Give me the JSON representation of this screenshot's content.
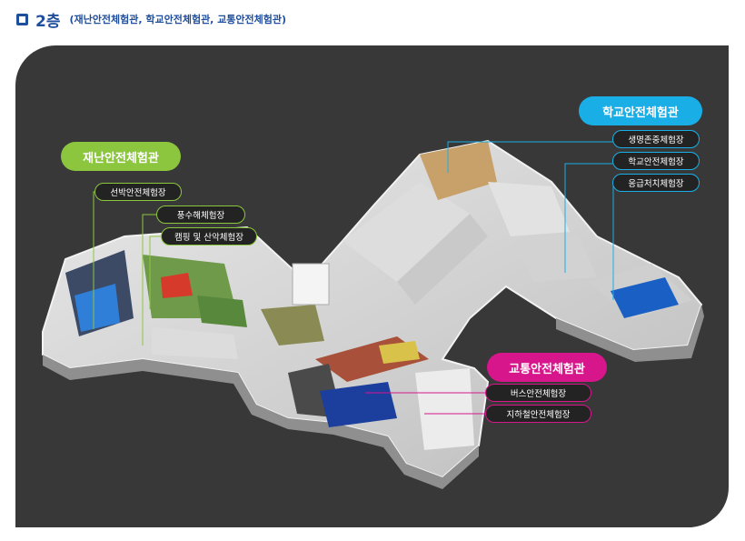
{
  "header": {
    "floor_label": "2층",
    "subtitle": "(재난안전체험관, 학교안전체험관, 교통안전체험관)"
  },
  "colors": {
    "title_blue": "#1f4e9c",
    "disaster_green": "#8cc63e",
    "school_blue": "#1aaee6",
    "traffic_magenta": "#d6168a",
    "panel_bg": "#383838"
  },
  "zones": {
    "disaster": {
      "title": "재난안전체험관",
      "rooms": [
        "선박안전체험장",
        "풍수해체험장",
        "캠핑 및 산악체험장"
      ]
    },
    "school": {
      "title": "학교안전체험관",
      "rooms": [
        "생명존중체험장",
        "학교안전체험장",
        "응급처치체험장"
      ]
    },
    "traffic": {
      "title": "교통안전체험관",
      "rooms": [
        "버스안전체험장",
        "지하철안전체험장"
      ]
    }
  }
}
